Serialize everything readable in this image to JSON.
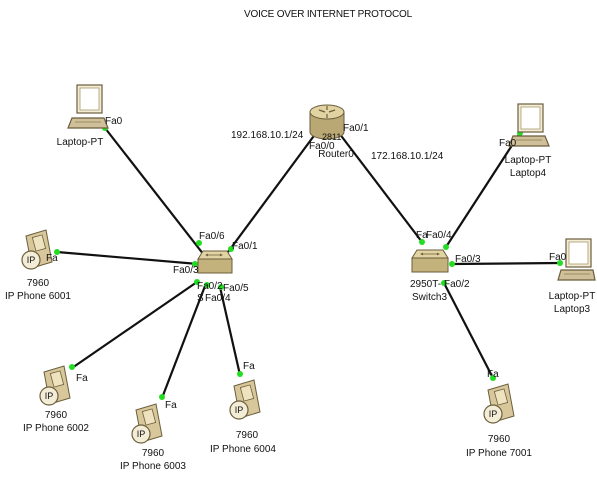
{
  "title": "VOICE OVER INTERNET PROTOCOL",
  "colors": {
    "link": "#111111",
    "port_dot": "#22dd22",
    "device_body": "#d8c79a",
    "laptop": "#cfc09a"
  },
  "router": {
    "model": "2811",
    "name": "Router0",
    "port_left": "Fa0/0",
    "port_right": "Fa0/1",
    "net_left": "192.168.10.1/24",
    "net_right": "172.168.10.1/24"
  },
  "switch_a": {
    "ports": [
      "Fa0/6",
      "Fa0/1",
      "Fa0/3",
      "Fa0/2",
      "Fa0/5",
      "Fa0/4"
    ]
  },
  "switch_b": {
    "model": "2950T-",
    "name": "Switch3",
    "ports": [
      "Fa0/4",
      "Fa0/3",
      "Fa0/2"
    ],
    "extra_label": "Fa"
  },
  "laptops": [
    {
      "type": "Laptop-PT",
      "name": "",
      "port": "Fa0"
    },
    {
      "type": "Laptop-PT",
      "name": "Laptop4",
      "port": "Fa0"
    },
    {
      "type": "Laptop-PT",
      "name": "Laptop3",
      "port": "Fa0"
    }
  ],
  "phones": [
    {
      "model": "7960",
      "name": "IP Phone 6001",
      "port": "Fa"
    },
    {
      "model": "7960",
      "name": "IP Phone 6002",
      "port": "Fa"
    },
    {
      "model": "7960",
      "name": "IP Phone 6003",
      "port": "Fa"
    },
    {
      "model": "7960",
      "name": "IP Phone 6004",
      "port": "Fa"
    },
    {
      "model": "7960",
      "name": "IP Phone 7001",
      "port": "Fa"
    }
  ],
  "switch_a_label": "S",
  "phone_icon_letters": "IP"
}
